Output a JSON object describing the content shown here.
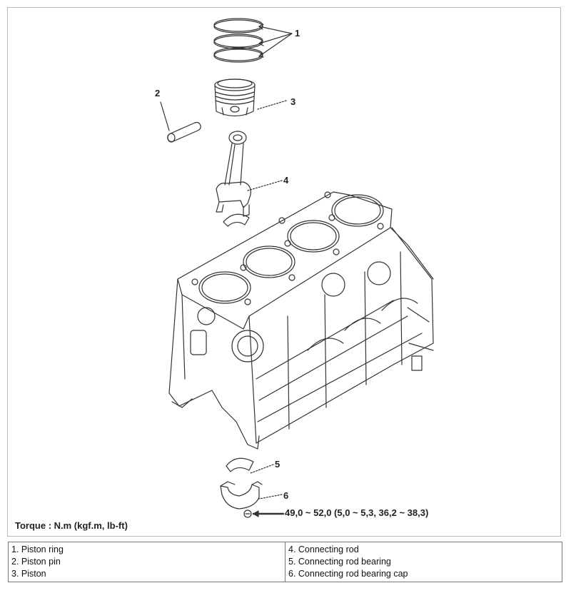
{
  "callouts": {
    "piston_ring": "1",
    "piston_pin": "2",
    "piston": "3",
    "connecting_rod": "4",
    "connecting_rod_bearing": "5",
    "connecting_rod_bearing_cap": "6"
  },
  "torque_label": "Torque : N.m (kgf.m, lb-ft)",
  "torque_value": "49,0 ~ 52,0 (5,0 ~ 5,3, 36,2 ~ 38,3)",
  "legend": {
    "left": [
      "1. Piston ring",
      "2. Piston pin",
      "3. Piston"
    ],
    "right": [
      "4. Connecting rod",
      "5. Connecting rod bearing",
      "6. Connecting rod bearing cap"
    ]
  },
  "colors": {
    "line": "#333333",
    "frame": "#b9b9b9",
    "table_border": "#777777"
  }
}
